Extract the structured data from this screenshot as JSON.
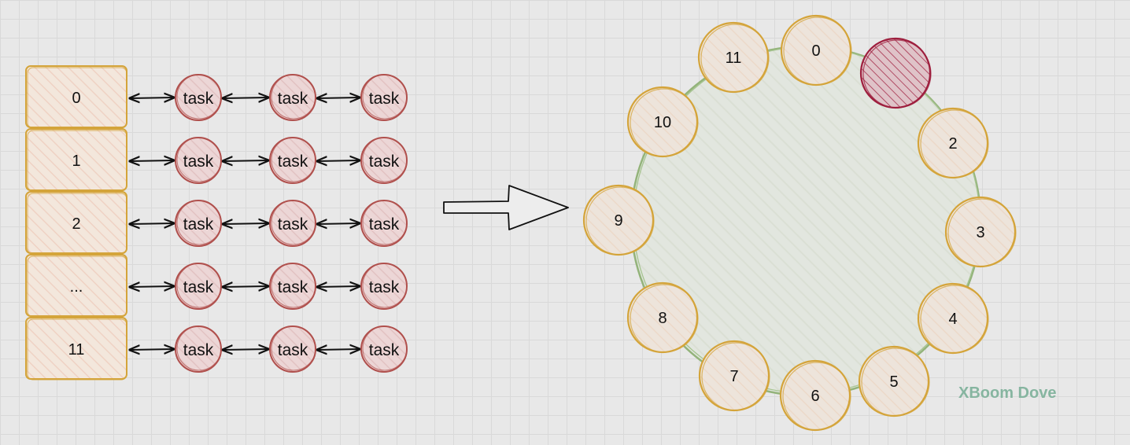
{
  "buckets": [
    "0",
    "1",
    "2",
    "...",
    "11"
  ],
  "task_label": "task",
  "ring_slots": [
    "0",
    "",
    "2",
    "3",
    "4",
    "5",
    "6",
    "7",
    "8",
    "9",
    "10",
    "11"
  ],
  "active_slot": 1,
  "watermark": "XBoom Dove",
  "colors": {
    "bucket_stroke": "#d4a43a",
    "bucket_fill": "#f3e7dc",
    "task_stroke": "#b0504d",
    "task_fill": "#ecd6d6",
    "ring_stroke": "#93b37a",
    "ring_fill": "#e2e6df",
    "active_stroke": "#9e1f3e",
    "active_fill": "#d8b3bd",
    "arrow": "#111111",
    "watermark": "#86b5a0"
  }
}
